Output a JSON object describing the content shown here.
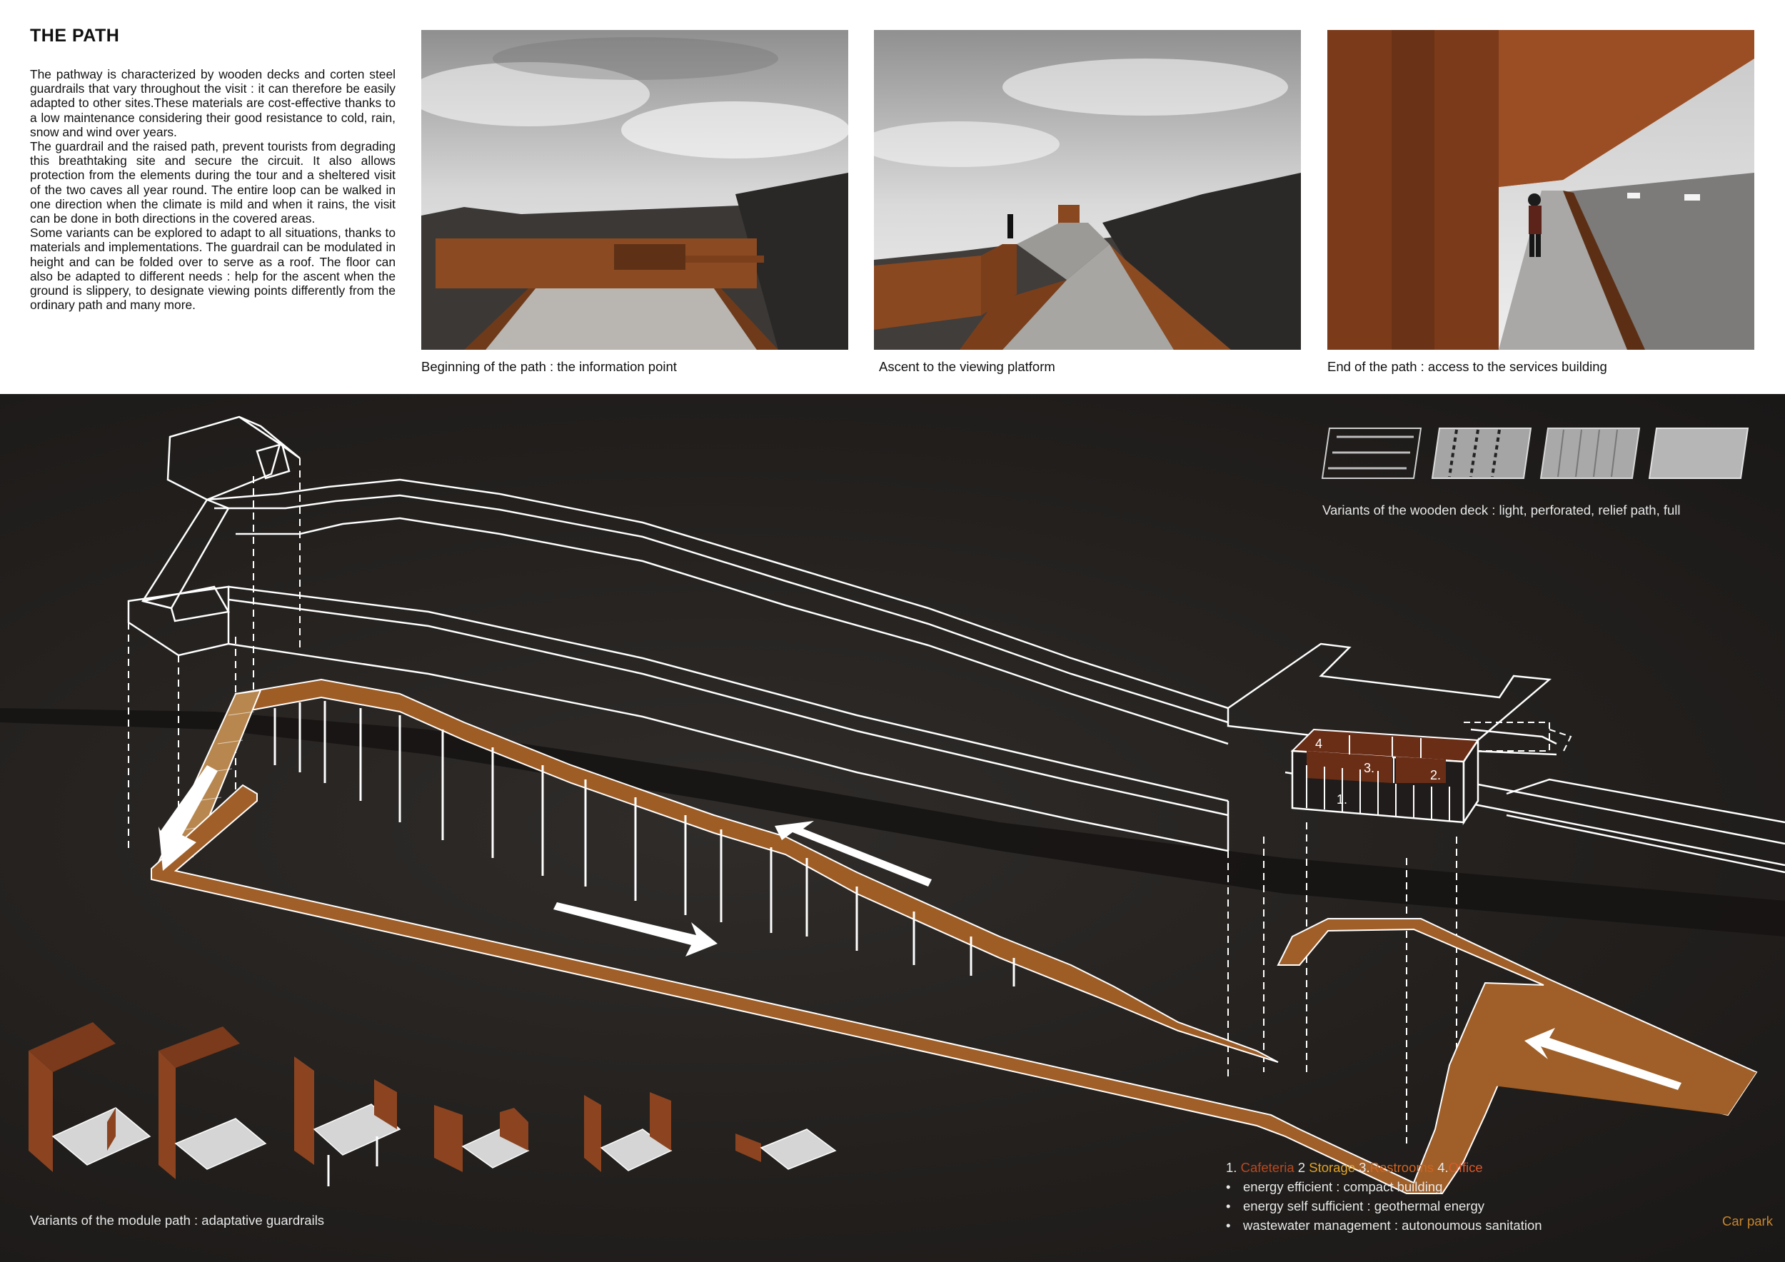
{
  "header": {
    "title": "THE PATH",
    "paragraphs": [
      "The pathway is characterized by wooden decks and corten steel guardrails that vary throughout the visit : it can therefore be easily adapted to other sites.These materials are cost-effective thanks to a low maintenance considering their good resistance to cold, rain, snow and wind over years.",
      "The guardrail and the raised path, prevent tourists from degrading this breathtaking site and secure the circuit. It also allows protection from the elements during the tour and a sheltered visit of the two caves all year round. The entire loop can be walked in one direction when the climate is mild and when it rains, the visit  can be done in both directions in the covered areas.",
      "Some variants can be explored to adapt to all situations, thanks to materials and implementations. The guardrail can be modulated in height and can be folded over to serve as a roof. The floor can also be adapted to different needs : help for the ascent when the ground is slippery, to designate viewing points differently from the ordinary path and many more."
    ]
  },
  "photos": [
    {
      "caption": "Beginning of the path : the information point"
    },
    {
      "caption": "Ascent to the viewing platform"
    },
    {
      "caption": "End of the path : access to the services building"
    }
  ],
  "deck_variants": {
    "caption": "Variants of the wooden deck : light, perforated, relief path, full"
  },
  "module_variants": {
    "caption": "Variants of the module path : adaptative guardrails"
  },
  "building_labels": {
    "n1": "1.",
    "n2": "2.",
    "n3": "3.",
    "n4": "4"
  },
  "legend": {
    "num1": "1.",
    "item1": "Cafeteria",
    "num2": "2",
    "item2": "Storage",
    "num3": "3.",
    "item3": "Restrooms",
    "num4": "4.",
    "item4": "Office",
    "bullets": [
      "energy efficient : compact building",
      "energy self sufficient : geothermal energy",
      "wastewater management : autonoumous sanitation"
    ]
  },
  "car_park": "Car park",
  "colors": {
    "corten": "#9a4a1e",
    "deck_orange": "#a8652a",
    "board_bg": "#242120",
    "line": "#ffffff"
  }
}
